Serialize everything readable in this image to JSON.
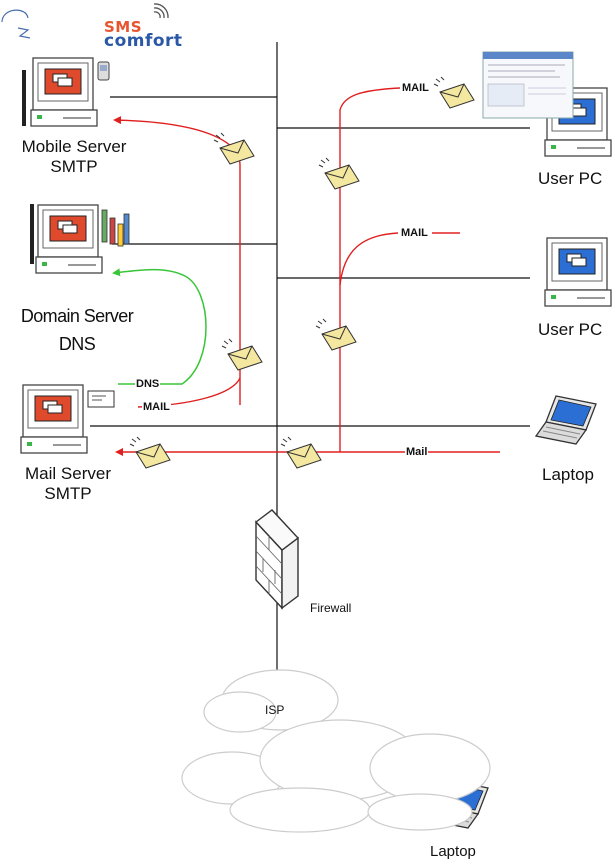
{
  "logo": {
    "line1": "SMS",
    "line2": "comfort"
  },
  "nodes": {
    "mobile_server": {
      "name": "Mobile Server",
      "protocol": "SMTP"
    },
    "domain_server": {
      "name": "Domain Server",
      "protocol": "DNS"
    },
    "mail_server": {
      "name": "Mail Server",
      "protocol": "SMTP"
    },
    "user_pc_1": {
      "name": "User PC"
    },
    "user_pc_2": {
      "name": "User PC"
    },
    "laptop_lan": {
      "name": "Laptop"
    },
    "firewall": {
      "name": "Firewall"
    },
    "isp": {
      "name": "ISP"
    },
    "laptop_remote": {
      "name": "Laptop"
    }
  },
  "links": {
    "mail_top": "MAIL",
    "mail_mid": "MAIL",
    "mail_server": "MAIL",
    "dns": "DNS",
    "mail_bottom": "Mail"
  },
  "colors": {
    "mail_flow": "#e02020",
    "dns_flow": "#38c638",
    "network": "#111111"
  }
}
